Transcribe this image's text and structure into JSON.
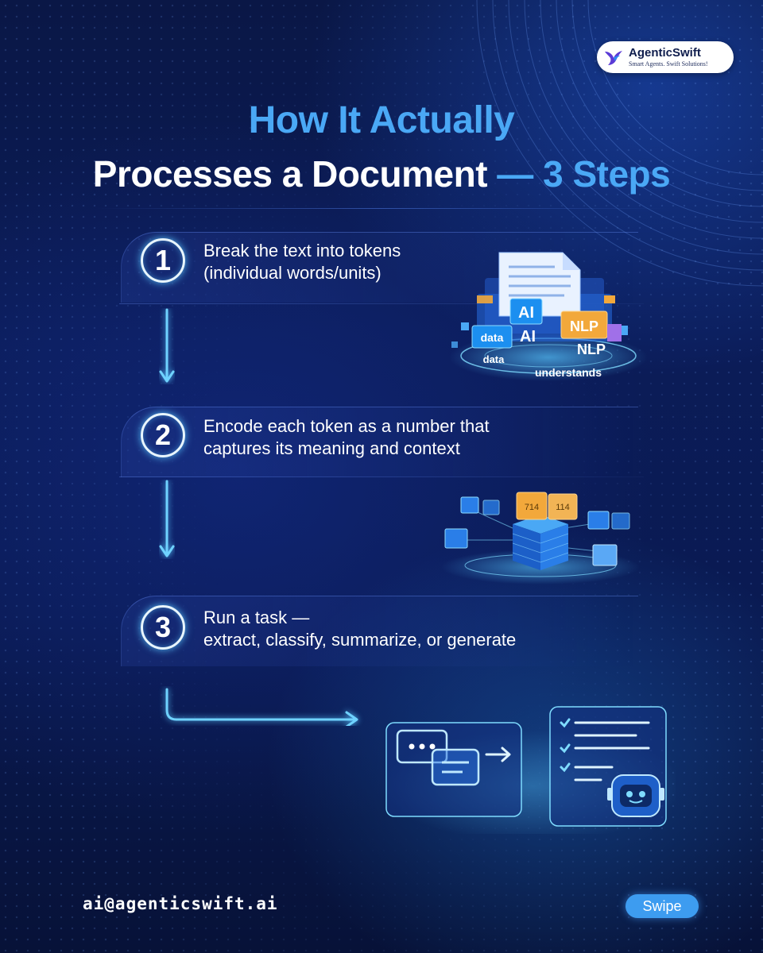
{
  "brand": {
    "name": "AgenticSwift",
    "tagline": "Smart Agents. Swift Solutions!"
  },
  "heading": {
    "line1": "How It Actually",
    "line2_main": "Processes a Document",
    "line2_accent": "— 3 Steps"
  },
  "steps": [
    {
      "number": "1",
      "lines": [
        "Break the text into tokens",
        "(individual words/units)"
      ],
      "illustration_labels": [
        "AI",
        "AI",
        "NLP",
        "NLP",
        "data",
        "data",
        "understands"
      ]
    },
    {
      "number": "2",
      "lines": [
        "Encode each token as a number that",
        "captures its meaning and context"
      ],
      "illustration_labels": [
        "714",
        "114"
      ]
    },
    {
      "number": "3",
      "lines": [
        "Run a task —",
        "extract, classify, summarize, or generate"
      ]
    }
  ],
  "footer": {
    "email": "ai@agenticswift.ai",
    "swipe_label": "Swipe"
  },
  "colors": {
    "accent": "#4aa8f5",
    "background": "#0b1c58",
    "glow": "#5ac8ff"
  },
  "icons": [
    "hummingbird-logo-icon",
    "document-icon",
    "chat-bubble-icon",
    "arrow-right-icon",
    "checklist-icon",
    "robot-icon",
    "down-arrow-icon"
  ]
}
